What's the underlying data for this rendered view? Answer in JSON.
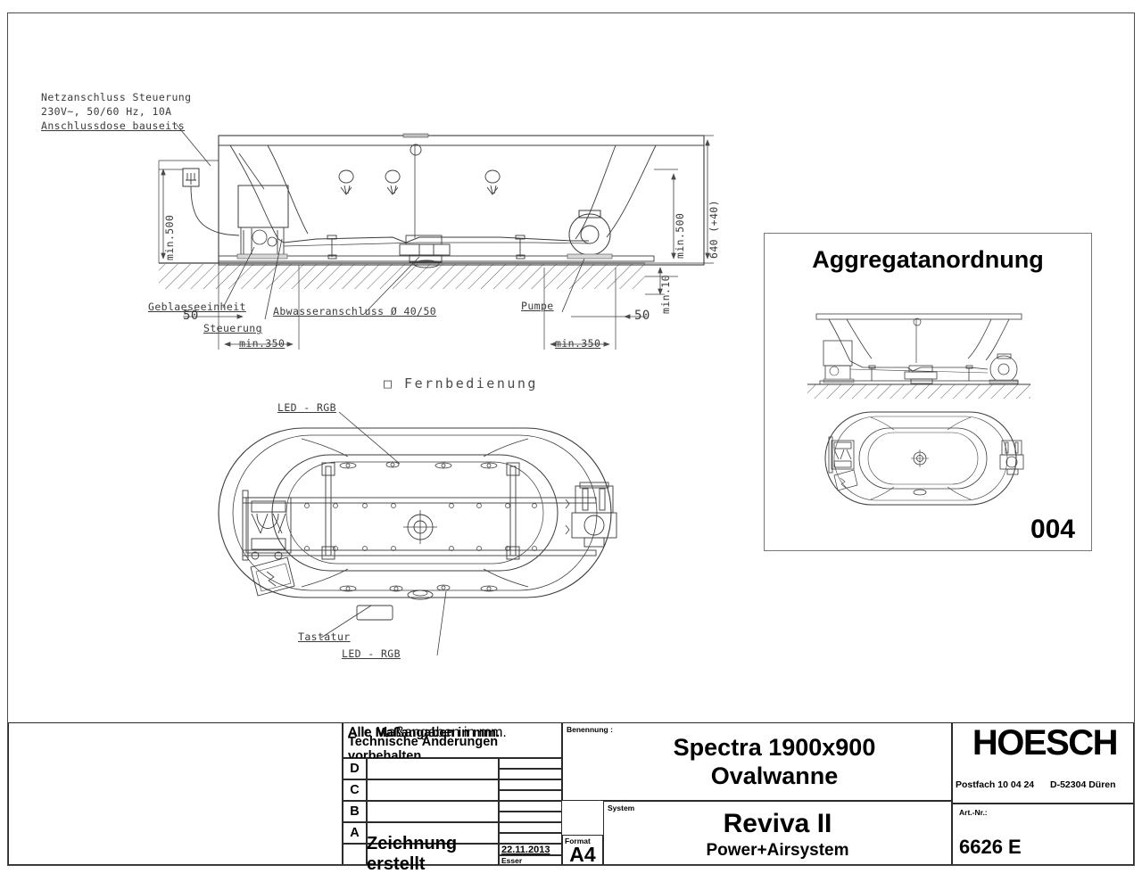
{
  "drawing": {
    "annotations": {
      "power_supply_l1": "Netzanschluss Steuerung",
      "power_supply_l2": "230V~, 50/60 Hz, 10A",
      "power_supply_l3": "Anschlussdose bauseits",
      "blower_unit": "Geblaeseeinheit",
      "control_unit": "Steuerung",
      "waste_connection": "Abwasseranschluss Ø 40/50",
      "pump": "Pumpe",
      "remote_control": "□ Fernbedienung",
      "led_rgb_top": "LED  -  RGB",
      "led_rgb_bottom": "LED  -  RGB",
      "keypad": "Tastatur"
    },
    "dimensions": {
      "height_total": "640 (+40)",
      "min_500_left": "min.500",
      "min_500_right": "min.500",
      "min_10": "min.10",
      "min_350_left": "min.350",
      "min_350_right": "min.350",
      "fifty_left": "50",
      "fifty_right": "50"
    },
    "aggregate_panel": {
      "title": "Aggregatanordnung",
      "number": "004"
    }
  },
  "title_block": {
    "notes": {
      "line1": "Alle Maßangaben in mm.",
      "line2": "Technische Änderungen vorbehalten"
    },
    "revisions": [
      "D",
      "C",
      "B",
      "A"
    ],
    "created_label": "Zeichnung erstellt",
    "date": "22.11.2013",
    "author": "Esser",
    "format_label": "Format",
    "format_value": "A4",
    "benennung_label": "Benennung :",
    "benennung_line1": "Spectra 1900x900",
    "benennung_line2": "Ovalwanne",
    "system_label": "System",
    "system_line1": "Reviva II",
    "system_line2": "Power+Airsystem",
    "company": "HOESCH",
    "company_address_1": "Postfach 10 04 24",
    "company_address_2": "D-52304 Düren",
    "art_nr_label": "Art.-Nr.:",
    "art_nr_value": "6626 E"
  },
  "colors": {
    "line": "#3b3b3b",
    "frame": "#4d4d4d",
    "text": "#000000"
  }
}
